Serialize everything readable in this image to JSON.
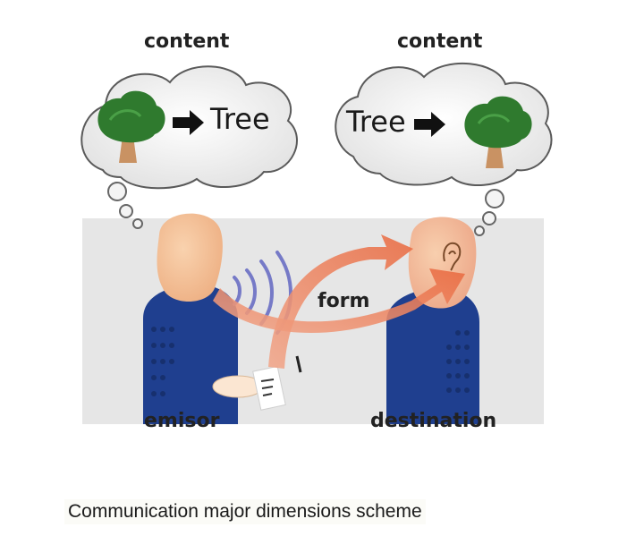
{
  "labels": {
    "content_left": "content",
    "content_right": "content",
    "tree_left": "Tree",
    "tree_right": "Tree",
    "form": "form",
    "emisor": "emisor",
    "destination": "destination"
  },
  "caption": "Communication major dimensions scheme",
  "colors": {
    "panel": "#e6e6e6",
    "skin": "#f5c39a",
    "shirt": "#1f3f8f",
    "arrow": "#ec7a56",
    "sound_waves": "#6a6fc4",
    "tree_foliage": "#2f7a2e",
    "tree_trunk": "#c99263",
    "cloud": "#f6f6f6"
  },
  "icons": [
    "tree-icon",
    "arrow-right-icon",
    "ear-icon",
    "sound-waves-icon",
    "hand-writing-icon"
  ]
}
